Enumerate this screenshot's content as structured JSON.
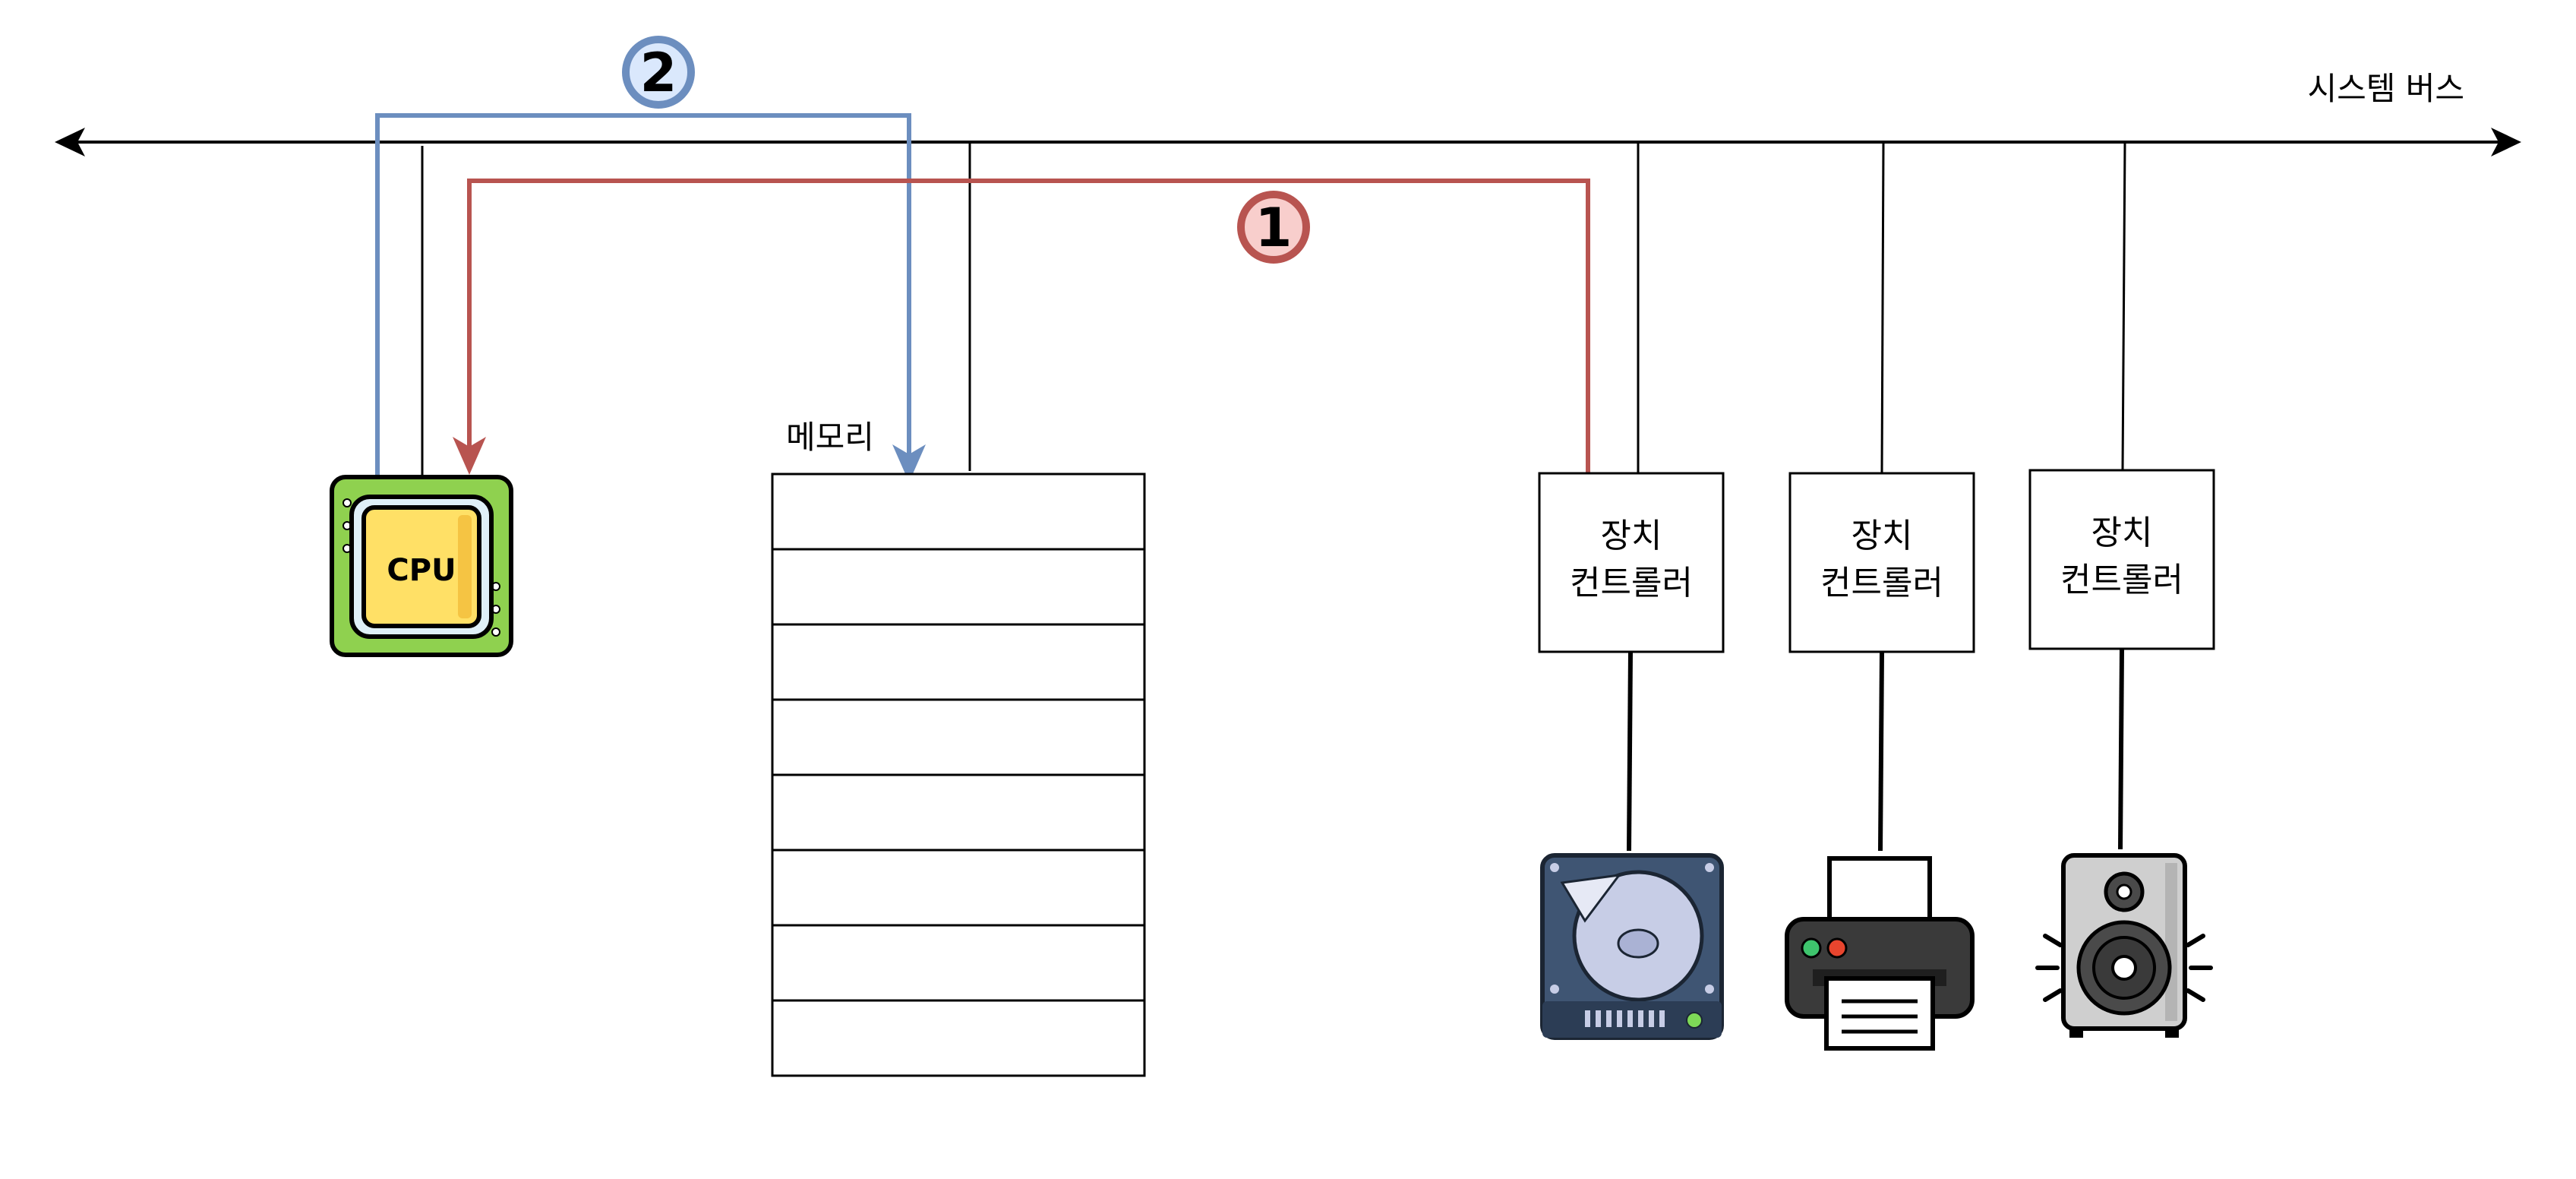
{
  "bus": {
    "label": "시스템 버스"
  },
  "cpu": {
    "label": "CPU"
  },
  "memory": {
    "label": "메모리",
    "rows": 8
  },
  "controllers": [
    {
      "line1": "장치",
      "line2": "컨트롤러",
      "device": "hard-disk"
    },
    {
      "line1": "장치",
      "line2": "컨트롤러",
      "device": "printer"
    },
    {
      "line1": "장치",
      "line2": "컨트롤러",
      "device": "speaker"
    }
  ],
  "steps": [
    {
      "number": "1",
      "color": "#b85450",
      "fill": "#f8cecc",
      "from": "device-controller-1",
      "to": "cpu"
    },
    {
      "number": "2",
      "color": "#6c8ebf",
      "fill": "#dae8fc",
      "from": "cpu",
      "to": "memory"
    }
  ],
  "icons": [
    "cpu-chip-icon",
    "hard-disk-icon",
    "printer-icon",
    "speaker-icon"
  ]
}
